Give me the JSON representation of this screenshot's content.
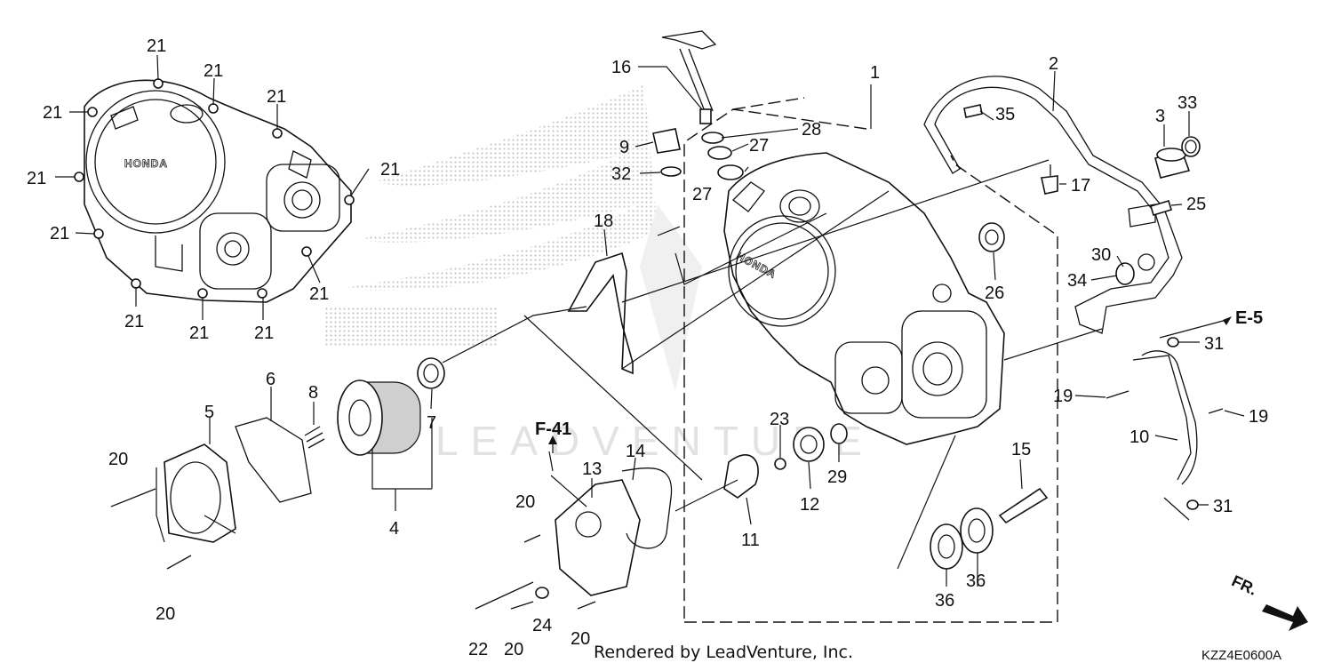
{
  "diagram": {
    "callouts": [
      "1",
      "2",
      "3",
      "4",
      "5",
      "6",
      "7",
      "8",
      "9",
      "10",
      "11",
      "12",
      "13",
      "14",
      "15",
      "16",
      "17",
      "18",
      "19",
      "20",
      "21",
      "22",
      "23",
      "24",
      "25",
      "26",
      "27",
      "28",
      "29",
      "30",
      "31",
      "32",
      "33",
      "34",
      "35",
      "36"
    ],
    "refs": {
      "e5": "E-5",
      "f41": "F-41",
      "front": "FR."
    },
    "footer": "Rendered by LeadVenture, Inc.",
    "diagram_code": "KZZ4E0600A",
    "watermark": "LEADVENTURE",
    "logo_text": "HONDA"
  }
}
